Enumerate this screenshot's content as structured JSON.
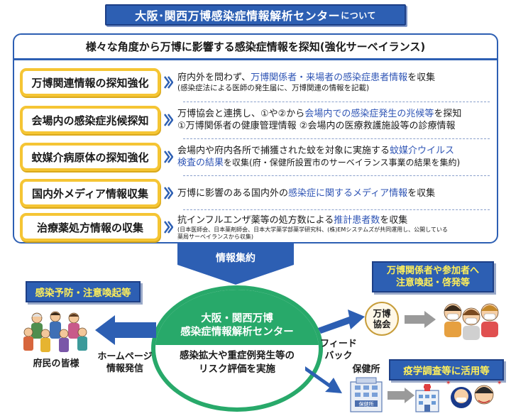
{
  "title": {
    "main": "大阪･関西万博感染症情報解析センター",
    "suffix": "について"
  },
  "surveillance": {
    "heading": "様々な角度から万博に影響する感染症情報を探知(強化サーベイランス)",
    "rows": [
      {
        "label": "万博関連情報の探知強化",
        "line1_pre": "府内外を問わず、",
        "line1_hl": "万博関係者・来場者の感染症患者情報",
        "line1_post": "を収集",
        "line2": "(感染症法による医師の発生届に、万博関連の情報を記載)"
      },
      {
        "label": "会場内の感染症兆候探知",
        "line1_pre": "万博協会と連携し、①や②から",
        "line1_hl": "会場内での感染症発生の兆候等",
        "line1_post": "を探知",
        "line2": "①万博関係者の健康管理情報 ②会場内の医療救護施設等の診療情報"
      },
      {
        "label": "蚊媒介病原体の探知強化",
        "line1_pre": "会場内や府内各所で捕獲された蚊を対象に実施する",
        "line1_hl": "蚊媒介ウイルス",
        "line2_hl": "検査の結果",
        "line2_post": "を収集(府・保健所設置市のサーベイランス事業の結果を集約)"
      },
      {
        "label": "国内外メディア情報収集",
        "line1_pre": "万博に影響のある国内外の",
        "line1_hl": "感染症に関するメディア情報",
        "line1_post": "を収集"
      },
      {
        "label": "治療薬処方情報の収集",
        "line1_pre": "抗インフルエンザ薬等の処方数による",
        "line1_hl": "推計患者数",
        "line1_post": "を収集",
        "line2": "(日本医師会、日本薬剤師会、日本大学薬学部薬学研究科、(株)EMシステムズが共同運用し、公開している",
        "line3": "薬局サーベイランスから収集)"
      }
    ]
  },
  "flow": {
    "collect_label": "情報集約",
    "center_title_1": "大阪・関西万博",
    "center_title_2": "感染症情報解析センター",
    "center_body_1": "感染拡大や重症例発生等の",
    "center_body_2": "リスク評価を実施",
    "left_banner": "感染予防・注意喚起等",
    "left_people": "府民の皆様",
    "left_action_1": "ホームページ",
    "left_action_2": "情報発信",
    "feedback_1": "フィード",
    "feedback_2": "バック",
    "right_banner_1": "万博関係者や参加者へ",
    "right_banner_2": "注意喚起・啓発等",
    "kyokai_1": "万博",
    "kyokai_2": "協会",
    "hokenjo": "保健所",
    "hokenjo_sign": "保健所",
    "bottom_banner": "疫学調査等に活用等"
  },
  "colors": {
    "accent_blue": "#2d5fb3",
    "highlight_blue": "#2f55b5",
    "label_border_yellow": "#f5c534",
    "center_green": "#28a96a",
    "banner_text_yellow": "#ffef5a"
  },
  "icons": [
    "chevron-right-icon",
    "collect-arrow-icon",
    "people-group-icon",
    "family-group-icon",
    "masked-people-icon",
    "health-center-icon",
    "hospital-icon",
    "patient-investigation-icon"
  ]
}
